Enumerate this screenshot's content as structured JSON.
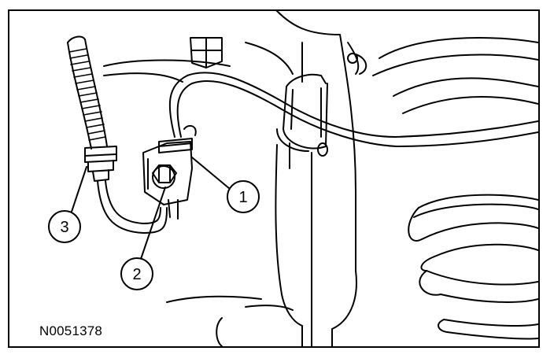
{
  "figure": {
    "figure_id": "N0051378",
    "callouts": [
      {
        "label": "1"
      },
      {
        "label": "2"
      },
      {
        "label": "3"
      }
    ],
    "line_color": "#000000",
    "background_color": "#ffffff"
  }
}
